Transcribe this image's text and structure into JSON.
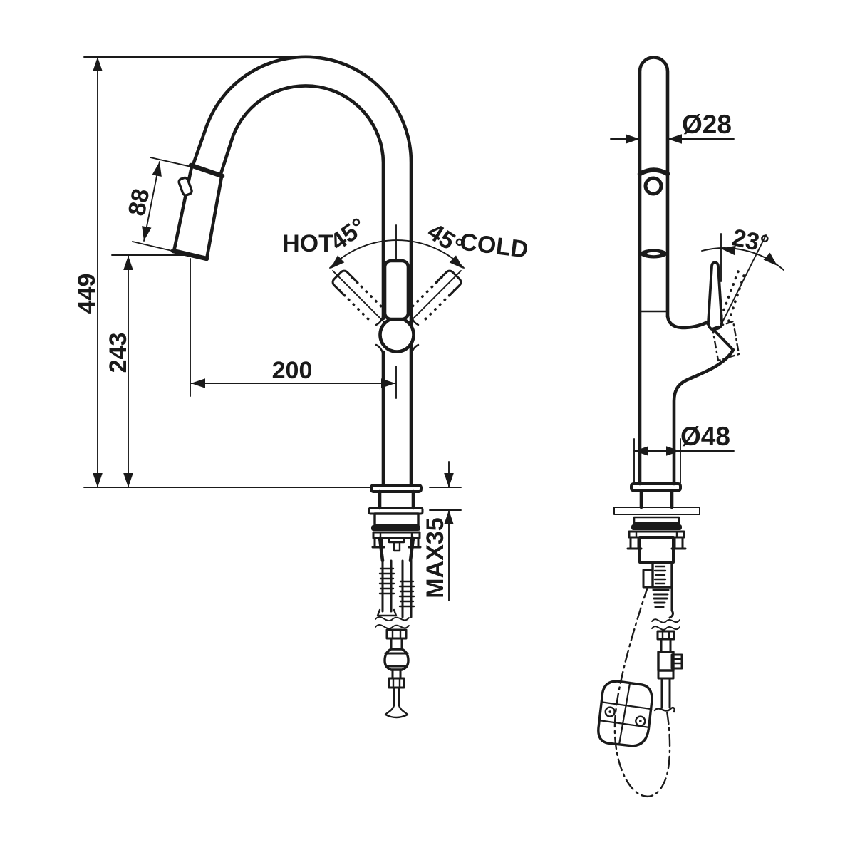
{
  "front": {
    "dim_total_height": "449",
    "dim_outlet_height": "243",
    "dim_spray_head_length": "88",
    "dim_spout_reach": "200",
    "dim_max_deck_thickness": "MAX35",
    "label_hot": "HOT",
    "dim_hot_angle": "45°",
    "dim_cold_angle": "45°",
    "label_cold": "COLD"
  },
  "side": {
    "dim_spout_diameter": "Ø28",
    "dim_handle_angle": "23°",
    "dim_base_diameter": "Ø48"
  },
  "colors": {
    "line": "#1a1a1a",
    "background": "#ffffff"
  }
}
